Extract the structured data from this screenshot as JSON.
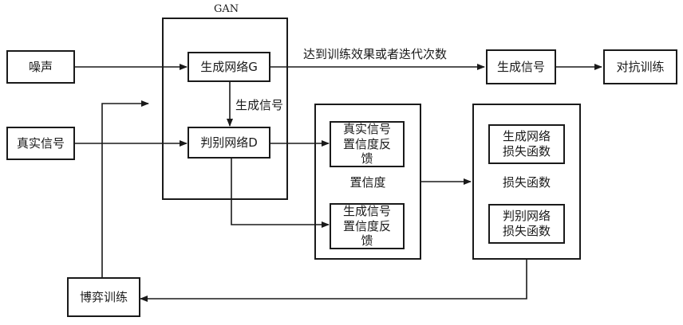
{
  "nodes": {
    "noise": "噪声",
    "real_signal": "真实信号",
    "game_training": "博弈训练",
    "gan_title": "GAN",
    "generator": "生成网络G",
    "discriminator": "判别网络D",
    "real_conf_feedback": "真实信号\n置信度反\n馈",
    "gen_conf_feedback": "生成信号\n置信度反\n馈",
    "confidence": "置信度",
    "gen_loss": "生成网络\n损失函数",
    "disc_loss": "判别网络\n损失函数",
    "loss_function": "损失函数",
    "generated_signal_out": "生成信号",
    "adversarial_training": "对抗训练"
  },
  "edge_labels": {
    "generated_signal": "生成信号",
    "until_converge": "达到训练效果或者迭代次数"
  },
  "colors": {
    "stroke": "#1a1a1a",
    "background": "#ffffff"
  }
}
